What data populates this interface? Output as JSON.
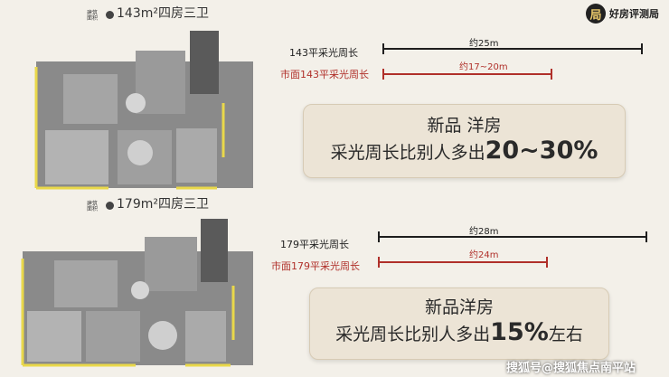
{
  "brand": {
    "name": "好房评测局",
    "logo_glyph": "局"
  },
  "plan_top": {
    "area_prefix": "建筑\n面积",
    "label": "143m²四房三卫",
    "row1_label": "143平采光周长",
    "row1_value": "约25m",
    "row2_label": "市面143平采光周长",
    "row2_value": "约17~20m",
    "callout_line1": "新品 洋房",
    "callout_line2_prefix": "采光周长比别人多出",
    "callout_line2_big": "20~30%",
    "callout_line2_suffix": ""
  },
  "plan_bottom": {
    "area_prefix": "建筑\n面积",
    "label": "179m²四房三卫",
    "row1_label": "179平采光周长",
    "row1_value": "约28m",
    "row2_label": "市面179平采光周长",
    "row2_value": "约24m",
    "callout_line1": "新品洋房",
    "callout_line2_prefix": "采光周长比别人多出",
    "callout_line2_big": "15%",
    "callout_line2_suffix": "左右"
  },
  "watermark": "搜狐号@搜狐焦点南平站",
  "colors": {
    "black_line": "#1e1e1e",
    "red_line": "#b0302a",
    "callout_bg": "#ece4d6",
    "wall": "#6b6b6b",
    "window": "#e9d84a"
  }
}
